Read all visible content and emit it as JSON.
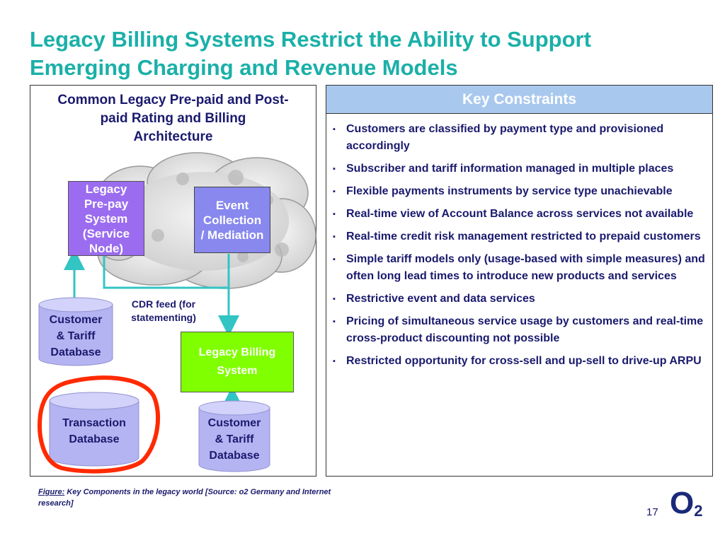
{
  "title": {
    "line1": "Legacy Billing Systems Restrict the Ability to Support",
    "line2": "Emerging Charging and Revenue Models"
  },
  "left_panel": {
    "heading_lines": [
      "Common Legacy Pre-paid and Post-",
      "paid Rating and Billing",
      "Architecture"
    ],
    "prepay_lines": [
      "Legacy",
      "Pre-pay",
      "System",
      "(Service",
      "Node)"
    ],
    "event_lines": [
      "Event",
      "Collection",
      "/ Mediation"
    ],
    "cdr_lines": [
      "CDR feed (for",
      "statementing)"
    ],
    "billing_lines": [
      "Legacy Billing",
      "System"
    ],
    "db1_lines": [
      "Customer",
      "& Tariff",
      "Database"
    ],
    "db2_lines": [
      "Transaction",
      "Database"
    ],
    "db3_lines": [
      "Customer",
      "& Tariff",
      "Database"
    ],
    "colors": {
      "prepay": "#9b6cf0",
      "event": "#8888ee",
      "billing": "#80ff00",
      "arrow": "#33c4c4",
      "highlight": "#ff2a00"
    }
  },
  "right_panel": {
    "header": "Key Constraints",
    "bullet": "▪",
    "items": [
      "Customers are classified by payment type and provisioned accordingly",
      "Subscriber and tariff information managed in multiple places",
      "Flexible payments instruments by service type unachievable",
      "Real-time view of Account Balance across services not available",
      "Real-time credit risk management restricted to prepaid customers",
      "Simple tariff models only (usage-based with simple measures) and often long lead times to introduce new products and services",
      "Restrictive event and data services",
      "Pricing of simultaneous service usage by customers and real-time cross-product discounting not possible",
      "Restricted opportunity for cross-sell and up-sell to drive-up ARPU"
    ]
  },
  "caption": {
    "label": "Figure:",
    "text": " Key Components in the legacy world [Source: o2 Germany and Internet research]"
  },
  "page_number": "17",
  "logo": {
    "main": "O",
    "sub": "2"
  }
}
